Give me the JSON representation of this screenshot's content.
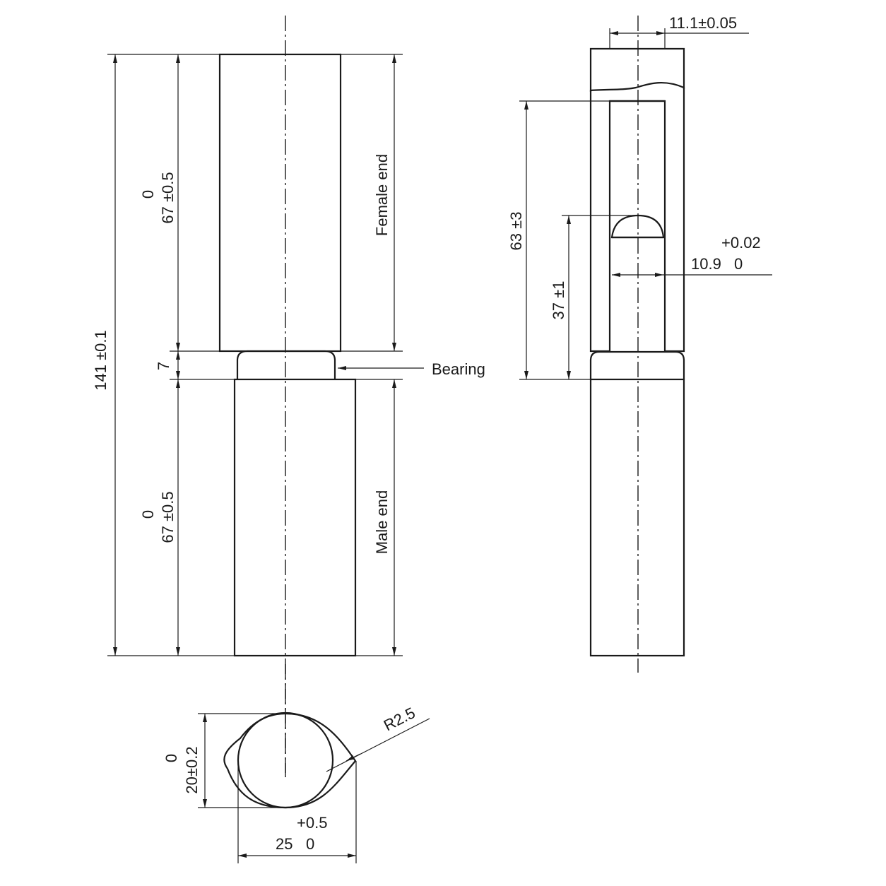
{
  "left_view": {
    "overall_length": "141 ±0.1",
    "female_length": "67 ±0.5",
    "female_tol_lower": "0",
    "bearing_length": "7",
    "male_length": "67 ±0.5",
    "male_tol_lower": "0",
    "female_label": "Female end",
    "male_label": "Male end",
    "bearing_label": "Bearing"
  },
  "section_view": {
    "outer_diameter": "11.1±0.05",
    "bore_depth": "63 ±3",
    "pin_length": "37 ±1",
    "bore_diameter": "10.9",
    "bore_tol_upper": "+0.02",
    "bore_tol_lower": "0"
  },
  "bottom_view": {
    "width": "25",
    "width_tol_upper": "+0.5",
    "width_tol_lower": "0",
    "height": "20±0.2",
    "height_tol_lower": "0",
    "radius": "R2.5"
  }
}
